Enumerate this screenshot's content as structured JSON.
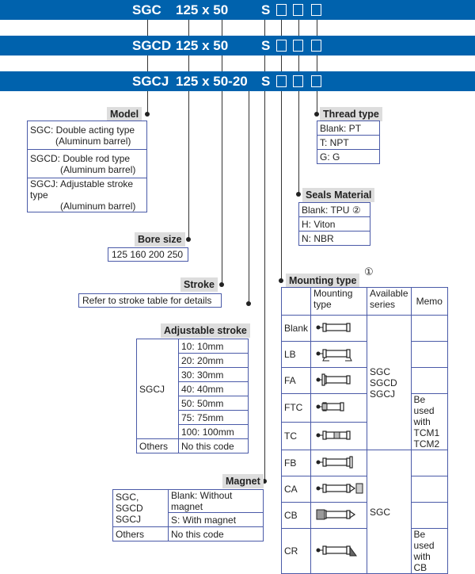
{
  "bands": [
    {
      "series": "SGC",
      "size": "125 x 50",
      "magnet": "S"
    },
    {
      "series": "SGCD",
      "size": "125 x 50",
      "magnet": "S"
    },
    {
      "series": "SGCJ",
      "size": "125 x 50-20",
      "magnet": "S"
    }
  ],
  "model": {
    "label": "Model",
    "rows": [
      {
        "l1": "SGC: Double acting type",
        "l2": "(Aluminum barrel)"
      },
      {
        "l1": "SGCD: Double rod type",
        "l2": "(Aluminum barrel)"
      },
      {
        "l1": "SGCJ: Adjustable stroke type",
        "l2": "(Aluminum barrel)"
      }
    ]
  },
  "bore": {
    "label": "Bore size",
    "value": "125 160 200 250"
  },
  "stroke": {
    "label": "Stroke",
    "value": "Refer to stroke table for details"
  },
  "adjustable": {
    "label": "Adjustable stroke",
    "series": "SGCJ",
    "options": [
      "10: 10mm",
      "20: 20mm",
      "30: 30mm",
      "40: 40mm",
      "50: 50mm",
      "75: 75mm",
      "100: 100mm"
    ],
    "others": "Others",
    "others_value": "No this code"
  },
  "magnet": {
    "label": "Magnet",
    "series": "SGC, SGCD SGCJ",
    "options": [
      "Blank: Without magnet",
      "S: With magnet"
    ],
    "others": "Others",
    "others_value": "No this code"
  },
  "thread": {
    "label": "Thread type",
    "options": [
      "Blank: PT",
      "T: NPT",
      "G: G"
    ]
  },
  "seals": {
    "label": "Seals Material",
    "options": [
      "Blank: TPU",
      "H: Viton",
      "N: NBR"
    ],
    "note": "②"
  },
  "mounting": {
    "label": "Mounting type",
    "note": "①",
    "headers": [
      "",
      "Mounting type",
      "Available series",
      "Memo"
    ],
    "rows": [
      {
        "code": "Blank",
        "icon": "basic-cylinder-icon"
      },
      {
        "code": "LB",
        "icon": "foot-mount-icon"
      },
      {
        "code": "FA",
        "icon": "front-flange-icon"
      },
      {
        "code": "FTC",
        "icon": "front-trunnion-icon"
      },
      {
        "code": "TC",
        "icon": "center-trunnion-icon"
      },
      {
        "code": "FB",
        "icon": "rear-flange-icon"
      },
      {
        "code": "CA",
        "icon": "single-clevis-icon"
      },
      {
        "code": "CB",
        "icon": "double-clevis-icon"
      },
      {
        "code": "CR",
        "icon": "clevis-bracket-icon"
      }
    ],
    "series_groups": [
      "SGC SGCD SGCJ",
      "SGC"
    ],
    "memo_groups": [
      "Be used with TCM1 TCM2",
      "Be used with CB"
    ]
  },
  "colors": {
    "band": "#0062ad",
    "border": "#4a5aa8",
    "label_bg": "#dddddd"
  }
}
